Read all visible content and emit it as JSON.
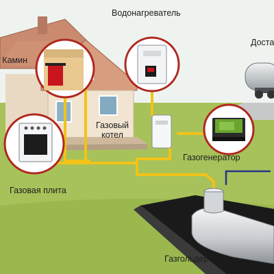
{
  "labels": {
    "water_heater": "Водонагреватель",
    "fireplace": "Камин",
    "delivery": "Доставка",
    "gas_boiler": "Газовый котел",
    "gas_generator": "Газогенератор",
    "gas_stove": "Газовая плита",
    "gas_holder": "Газгольдер"
  },
  "colors": {
    "background": "#eef3ef",
    "ground": "#a7c25a",
    "house_wall": "#ead9c2",
    "roof": "#c98a6f",
    "pipe": "#f2c318",
    "callout_border": "#b0281f",
    "tank": "#d4d7da"
  }
}
